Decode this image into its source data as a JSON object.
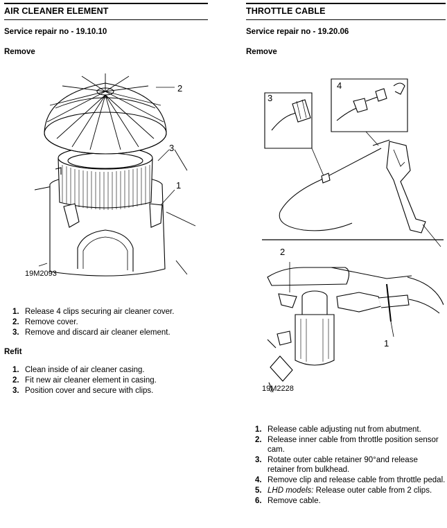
{
  "left": {
    "title": "AIR CLEANER ELEMENT",
    "repair_no": "Service repair no - 19.10.10",
    "remove_heading": "Remove",
    "figure": {
      "code": "19M2093",
      "callouts": [
        "2",
        "3",
        "1"
      ]
    },
    "remove_steps": [
      {
        "num": "1.",
        "text": "Release 4 clips securing air cleaner cover."
      },
      {
        "num": "2.",
        "text": "Remove cover."
      },
      {
        "num": "3.",
        "text": "Remove and discard air cleaner element."
      }
    ],
    "refit_heading": "Refit",
    "refit_steps": [
      {
        "num": "1.",
        "text": "Clean inside of air cleaner casing."
      },
      {
        "num": "2.",
        "text": "Fit new air cleaner element in casing."
      },
      {
        "num": "3.",
        "text": "Position cover and secure with clips."
      }
    ]
  },
  "right": {
    "title": "THROTTLE CABLE",
    "repair_no": "Service repair no - 19.20.06",
    "remove_heading": "Remove",
    "figure": {
      "code": "19M2228",
      "callouts": [
        "3",
        "4",
        "2",
        "1"
      ]
    },
    "remove_steps": [
      {
        "num": "1.",
        "text": "Release cable adjusting nut from abutment."
      },
      {
        "num": "2.",
        "text": "Release inner cable from throttle position sensor cam."
      },
      {
        "num": "3.",
        "text": "Rotate outer cable retainer 90°and release retainer from bulkhead."
      },
      {
        "num": "4.",
        "text": "Remove clip and release cable from throttle pedal."
      },
      {
        "num": "5.",
        "prefix": "LHD models:",
        "text": " Release outer cable from 2 clips."
      },
      {
        "num": "6.",
        "text": "Remove cable."
      }
    ]
  }
}
